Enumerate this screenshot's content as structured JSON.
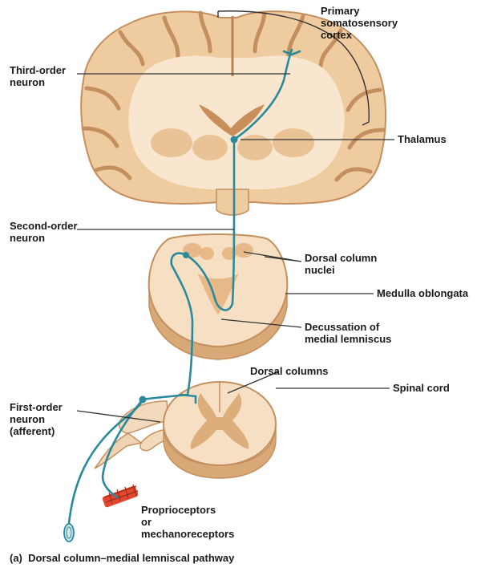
{
  "labels": {
    "primary_cortex": [
      "Primary",
      "somatosensory",
      "cortex"
    ],
    "third_order": [
      "Third-order",
      "neuron"
    ],
    "thalamus": [
      "Thalamus"
    ],
    "second_order": [
      "Second-order",
      "neuron"
    ],
    "dorsal_column_nuclei": [
      "Dorsal column",
      "nuclei"
    ],
    "medulla": [
      "Medulla oblongata"
    ],
    "decussation": [
      "Decussation of",
      "medial lemniscus"
    ],
    "dorsal_columns": [
      "Dorsal columns"
    ],
    "spinal_cord": [
      "Spinal cord"
    ],
    "first_order": [
      "First-order",
      "neuron",
      "(afferent)"
    ],
    "receptors": [
      "Proprioceptors",
      "or",
      "mechanoreceptors"
    ]
  },
  "caption": {
    "marker": "(a)",
    "text": "Dorsal column–medial lemniscal pathway"
  },
  "colors": {
    "tissue_light": "#f7e1c4",
    "tissue_mid": "#ecc79b",
    "tissue_dark": "#d7a574",
    "tissue_edge": "#c48f5e",
    "neuron": "#2a8a9c",
    "leader": "#333333",
    "receptor": "#e0482f"
  }
}
